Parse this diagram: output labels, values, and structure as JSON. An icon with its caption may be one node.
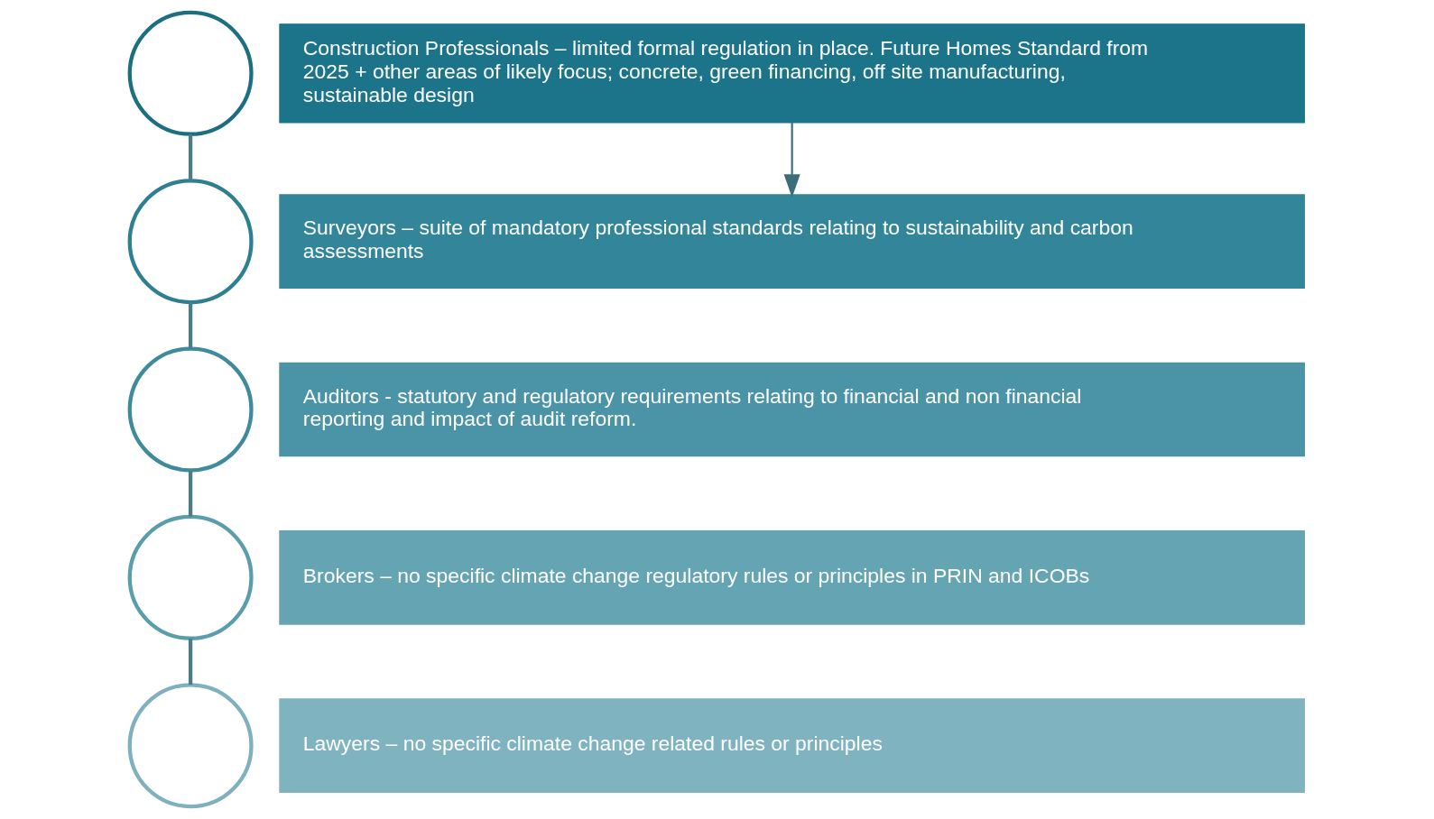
{
  "diagram": {
    "nodes": [
      {
        "text": [],
        "shape": "circle"
      },
      {
        "text": [
          "Construction Professionals – limited formal regulation in place. Future Homes Standard from 2025 + other areas of likely focus; concrete, green financing, off site manufacturing, sustainable design"
        ]
      },
      {
        "text": [],
        "shape": "circle"
      },
      {
        "text": [
          "Surveyors – suite of mandatory professional standards relating to sustainability and carbon assessments"
        ]
      },
      {
        "text": [],
        "shape": "circle"
      },
      {
        "text": [
          "Auditors - statutory and regulatory requirements relating to financial and non financial reporting and impact of audit reform."
        ]
      },
      {
        "text": [],
        "shape": "circle"
      },
      {
        "text": [
          "Brokers – no specific climate change regulatory rules or principles in PRIN and ICOBs"
        ]
      },
      {
        "text": [],
        "shape": "circle"
      },
      {
        "text": [
          "Lawyers – no specific climate change related rules or principles"
        ]
      }
    ],
    "edges": [
      {
        "from": 0,
        "to": 2,
        "arrow": "none"
      },
      {
        "from": 2,
        "to": 4,
        "arrow": "none"
      },
      {
        "from": 4,
        "to": 6,
        "arrow": "none"
      },
      {
        "from": 6,
        "to": 8,
        "arrow": "none"
      },
      {
        "from": 1,
        "to": 3,
        "arrow": "to",
        "color": "#3a6e7c"
      }
    ]
  }
}
